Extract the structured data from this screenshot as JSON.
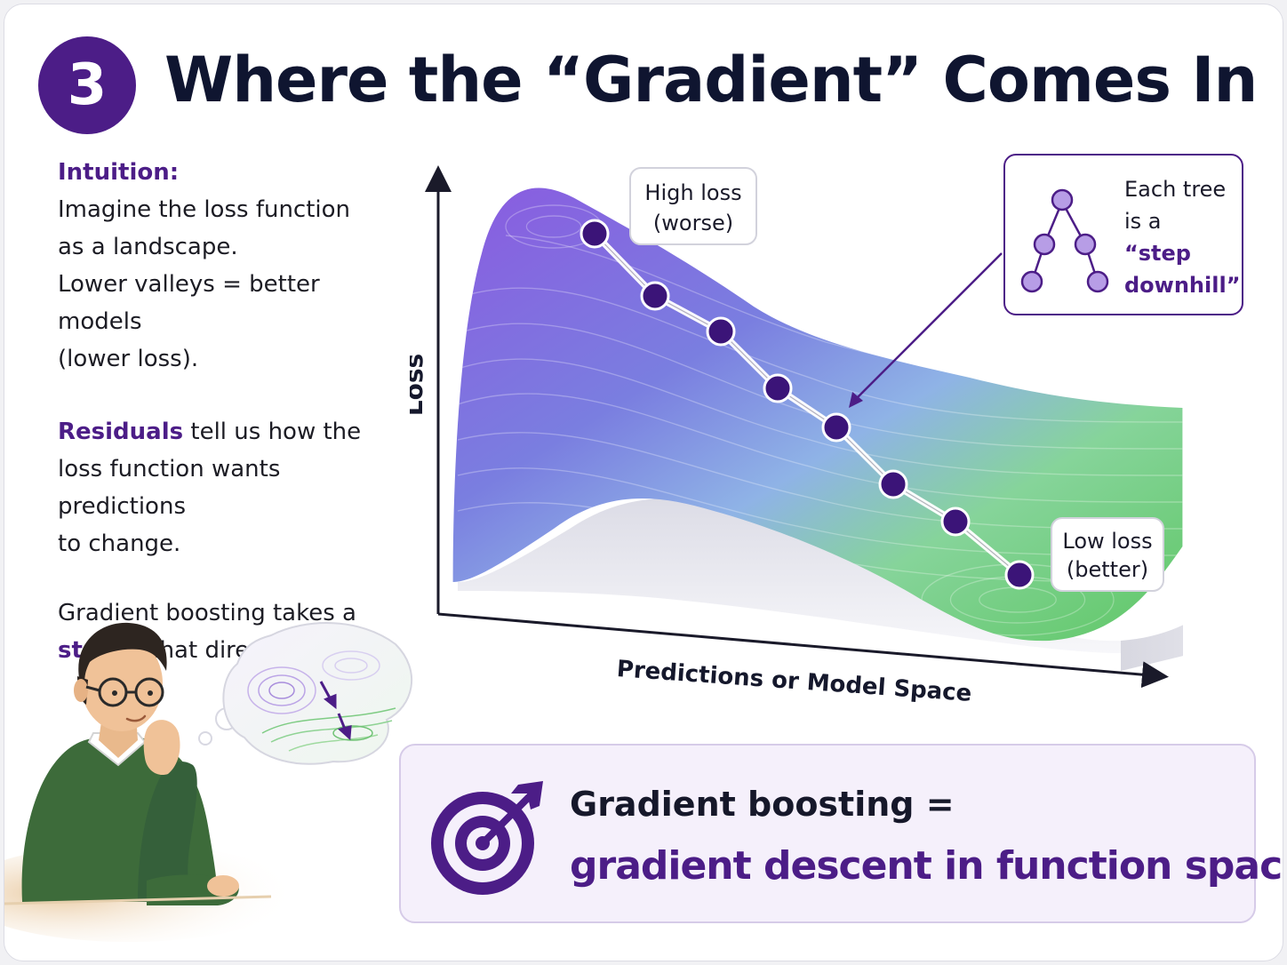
{
  "section": {
    "number": "3",
    "title": "Where the “Gradient” Comes In"
  },
  "left_text": {
    "intuition_label": "Intuition:",
    "intuition_lines": [
      "Imagine the loss function",
      "as a landscape.",
      "Lower valleys = better models",
      "(lower loss)."
    ],
    "residuals_word": "Residuals",
    "residuals_rest": " tell us how the",
    "residuals_lines": [
      "loss function wants predictions",
      "to change."
    ],
    "boosting_line": "Gradient boosting takes a",
    "step_word": "step",
    "step_rest": " in that direction."
  },
  "diagram": {
    "y_axis_label": "Loss",
    "x_axis_label": "Predictions or Model Space",
    "high_label": [
      "High loss",
      "(worse)"
    ],
    "low_label": [
      "Low loss",
      "(better)"
    ],
    "tree_callout": [
      "Each tree",
      "is a",
      "“step",
      "downhill”"
    ],
    "path_step_count": 8
  },
  "summary": {
    "line1": "Gradient boosting =",
    "line2": "gradient descent in function space."
  },
  "colors": {
    "accent": "#4c1d87",
    "title": "#0f1530",
    "surface_high": "#7a52d6",
    "surface_low": "#6fce72",
    "sweater": "#3d6b3a"
  },
  "icons": {
    "section_badge": "number-badge",
    "target": "target-arrow-icon",
    "tree": "tree-icon",
    "thinker": "person-thinking-illustration"
  }
}
